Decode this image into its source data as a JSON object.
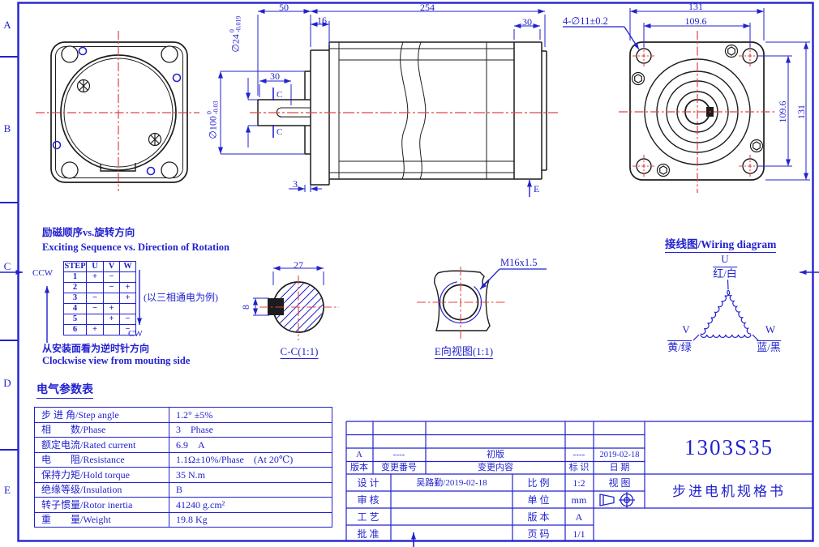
{
  "frame": {
    "zones": [
      "A",
      "B",
      "C",
      "D",
      "E"
    ]
  },
  "dims": {
    "shaft_len": "50",
    "total_len": "254",
    "flange_thk": "16",
    "rear_len": "30",
    "key_len": "30",
    "boss_thk": "3",
    "shaft_dia": {
      "base": "∅24",
      "tol_top": "0",
      "tol_bot": "-0.019"
    },
    "pilot_dia": {
      "base": "∅100",
      "tol_top": "0",
      "tol_bot": "-0.03"
    },
    "mount_holes": "4-∅11±0.2",
    "square_w": "131",
    "pitch_w": "109.6",
    "pitch_h": "109.6",
    "square_h": "131",
    "section_w": "27",
    "key_w": "8",
    "thread": "M16x1.5",
    "section_mark_top": "C",
    "section_mark_bot": "C",
    "e_mark": "E"
  },
  "captions": {
    "cc": "C-C(1:1)",
    "e": "E向视图(1:1)"
  },
  "excitation": {
    "title_cn": "励磁顺序vs.旋转方向",
    "title_en": "Exciting Sequence vs. Direction of Rotation",
    "headers": [
      "STEP",
      "U",
      "V",
      "W"
    ],
    "rows": [
      [
        "1",
        "+",
        "−",
        ""
      ],
      [
        "2",
        "",
        "−",
        "+"
      ],
      [
        "3",
        "−",
        "",
        "+"
      ],
      [
        "4",
        "−",
        "+",
        ""
      ],
      [
        "5",
        "",
        "+",
        "−"
      ],
      [
        "6",
        "+",
        "",
        "−"
      ]
    ],
    "ccw": "CCW",
    "cw": "CW",
    "note": "(以三相通电为例)",
    "footer_cn": "从安装面看为逆时针方向",
    "footer_en": "Clockwise view from mouting side"
  },
  "wiring": {
    "title": "接线图/Wiring diagram",
    "u": "U",
    "u_color": "红/白",
    "v": "V",
    "v_color": "黄/绿",
    "w": "W",
    "w_color": "蓝/黑"
  },
  "elec": {
    "title": "电气参数表",
    "rows": [
      {
        "label": "步 进 角/Step angle",
        "value": "1.2° ±5%"
      },
      {
        "label": "相　　数/Phase",
        "value": "3　Phase"
      },
      {
        "label": "额定电流/Rated current",
        "value": "6.9　A"
      },
      {
        "label": "电　　阻/Resistance",
        "value": "1.1Ω±10%/Phase　(At 20℃)"
      },
      {
        "label": "保持力矩/Hold torque",
        "value": "35 N.m"
      },
      {
        "label": "绝缘等级/Insulation",
        "value": "B"
      },
      {
        "label": "转子惯量/Rotor inertia",
        "value": "41240 g.cm²"
      },
      {
        "label": "重　　量/Weight",
        "value": "19.8 Kg"
      }
    ]
  },
  "titleblock": {
    "rev": {
      "ver": "A",
      "no": "----",
      "content": "初版",
      "mark": "----",
      "date": "2019-02-18"
    },
    "rev_h": {
      "ver": "版本",
      "no": "变更番号",
      "content": "变更内容",
      "mark": "标 识",
      "date": "日 期"
    },
    "design_label": "设 计",
    "design_value": "吴路勤/2019-02-18",
    "check_label": "审 核",
    "process_label": "工 艺",
    "approve_label": "批 准",
    "scale_label": "比 例",
    "scale": "1:2",
    "unit_label": "单 位",
    "unit": "mm",
    "version_label": "版 本",
    "version": "A",
    "page_label": "页 码",
    "page": "1/1",
    "view_label": "视 图",
    "model": "1303S35",
    "doc_title": "步进电机规格书"
  },
  "colors": {
    "line_blue": "#2222cf",
    "drawing_black": "#1c1c1c",
    "centerline_red": "#e04343"
  }
}
